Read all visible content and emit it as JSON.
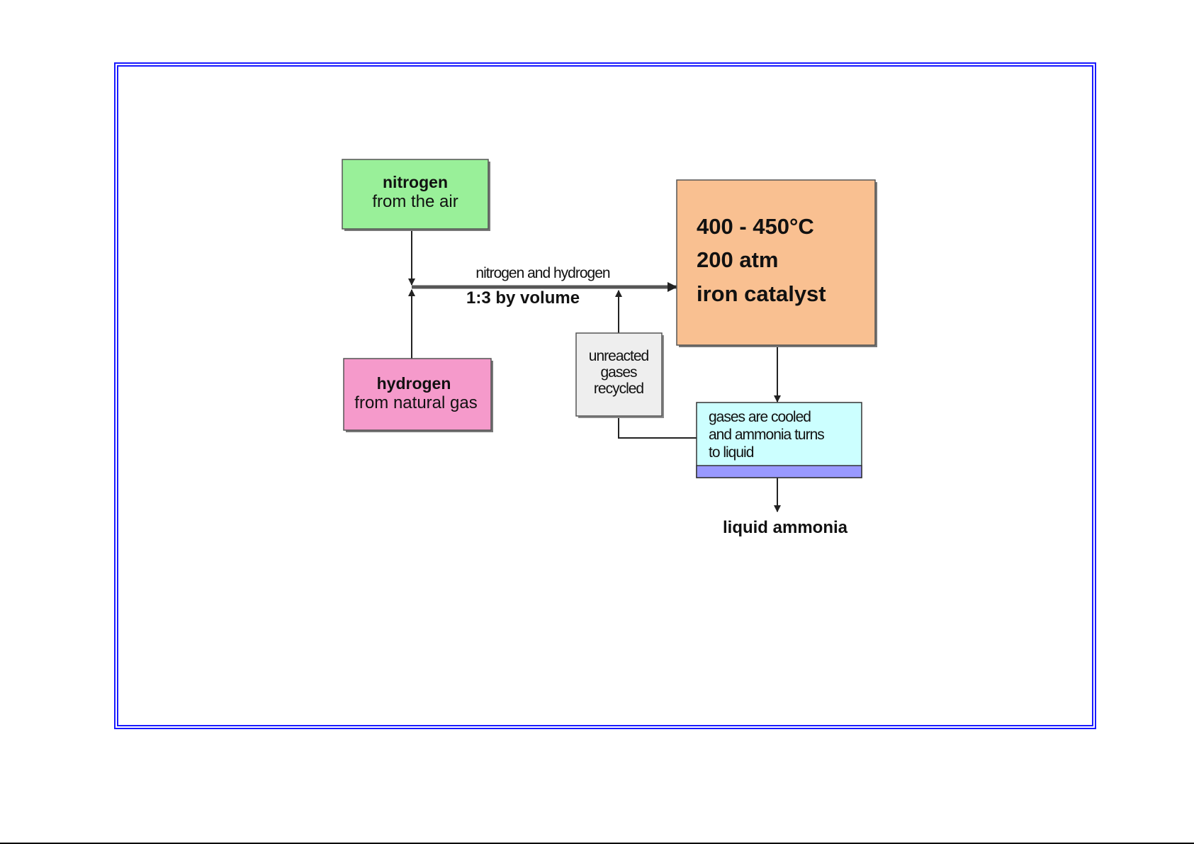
{
  "diagram": {
    "nitrogen": {
      "title": "nitrogen",
      "subtitle": "from the air",
      "color": "#99f099"
    },
    "hydrogen": {
      "title": "hydrogen",
      "subtitle": "from natural gas",
      "color": "#f59acb"
    },
    "mixture": {
      "line1": "nitrogen and hydrogen",
      "line2": "1:3 by volume"
    },
    "reactor": {
      "line1": "400 - 450°C",
      "line2": "200 atm",
      "line3": "iron catalyst",
      "color": "#f9c091"
    },
    "recycle": {
      "line1": "unreacted",
      "line2": "gases",
      "line3": "recycled",
      "color": "#eeeeee"
    },
    "condenser": {
      "line1": "gases are cooled",
      "line2": "and ammonia turns",
      "line3": "to liquid",
      "color": "#ccffff",
      "band_color": "#9999ff"
    },
    "product": {
      "label": "liquid ammonia"
    },
    "frame_color": "#1a1aff"
  }
}
